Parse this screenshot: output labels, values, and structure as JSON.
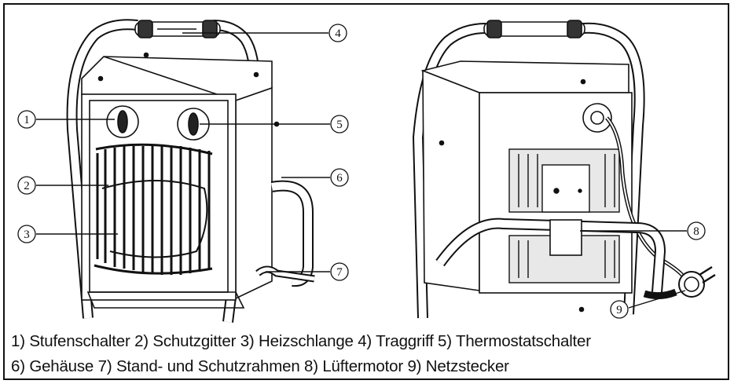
{
  "callouts": [
    {
      "number": "1",
      "label": "Stufenschalter"
    },
    {
      "number": "2",
      "label": "Schutzgitter"
    },
    {
      "number": "3",
      "label": "Heizschlange"
    },
    {
      "number": "4",
      "label": "Traggriff"
    },
    {
      "number": "5",
      "label": "Thermostatschalter"
    },
    {
      "number": "6",
      "label": "Gehäuse"
    },
    {
      "number": "7",
      "label": "Stand- und Schutzrahmen"
    },
    {
      "number": "8",
      "label": "Lüftermotor"
    },
    {
      "number": "9",
      "label": "Netzstecker"
    }
  ],
  "caption": {
    "line1": "1) Stufenschalter  2) Schutzgitter  3) Heizschlange  4) Traggriff  5) Thermostatschalter",
    "line2": "6) Gehäuse  7) Stand- und Schutzrahmen  8) Lüftermotor  9) Netzstecker"
  }
}
